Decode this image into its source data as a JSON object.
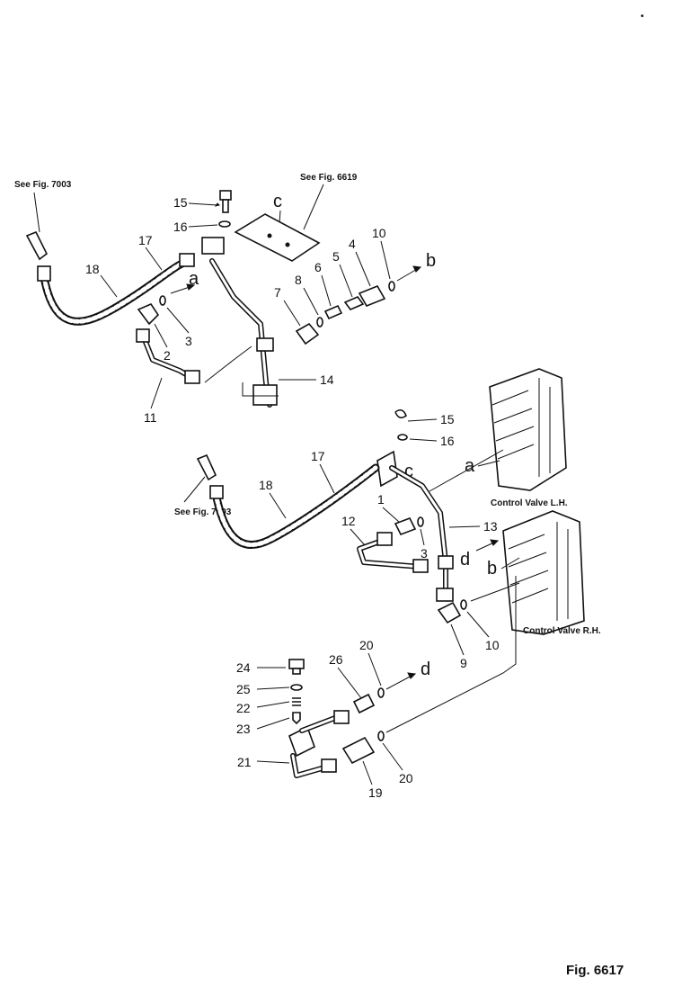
{
  "references": {
    "see_fig_7003_top": "See Fig. 7003",
    "see_fig_6619": "See Fig. 6619",
    "see_fig_7003_mid": "See Fig. 7003"
  },
  "valves": {
    "left": "Control Valve L.H.",
    "right": "Control Valve R.H."
  },
  "callouts": {
    "top": {
      "c": "c",
      "a": "a",
      "b": "b",
      "p1": "15",
      "p2": "16",
      "p3": "17",
      "p4": "18",
      "p5": "8",
      "p6": "6",
      "p7": "5",
      "p8": "4",
      "p9": "10",
      "p10": "7",
      "p11": "3",
      "p12": "2",
      "p13": "11",
      "p14": "14"
    },
    "middle": {
      "c": "c",
      "a": "a",
      "b": "b",
      "d": "d",
      "p1": "15",
      "p2": "16",
      "p3": "17",
      "p4": "18",
      "p5": "1",
      "p6": "3",
      "p7": "12",
      "p8": "13",
      "p9": "9",
      "p10": "10"
    },
    "bottom": {
      "d": "d",
      "p1": "24",
      "p2": "25",
      "p3": "22",
      "p4": "23",
      "p5": "21",
      "p6": "26",
      "p7": "20",
      "p8": "19",
      "p9": "20"
    }
  },
  "figure_label": "Fig. 6617"
}
